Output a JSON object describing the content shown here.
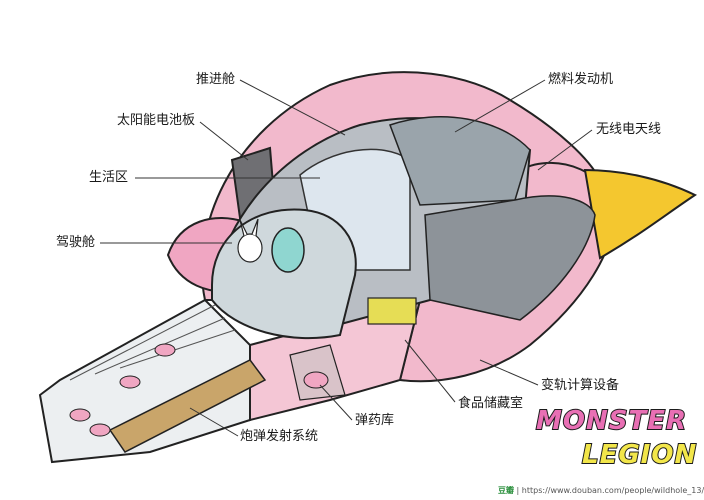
{
  "labels": {
    "thruster_cabin": "推进舱",
    "solar_panel": "太阳能电池板",
    "living_area": "生活区",
    "cockpit": "驾驶舱",
    "fuel_engine": "燃料发动机",
    "radio_antenna": "无线电天线",
    "computer_equipment": "变轨计算设备",
    "food_storage": "食品储藏室",
    "ammo_depot": "弹药库",
    "cannon_system": "炮弹发射系统"
  },
  "logo": {
    "line1": "MONSTER",
    "line2": "LEGION"
  },
  "watermark": {
    "brand": "豆瓣",
    "url": "| https://www.douban.com/people/wildhole_13/"
  },
  "colors": {
    "hull_pink": "#f2b9cc",
    "interior_gray": "#b9bec4",
    "flame_yellow": "#f4c72f",
    "outline": "#222222"
  }
}
